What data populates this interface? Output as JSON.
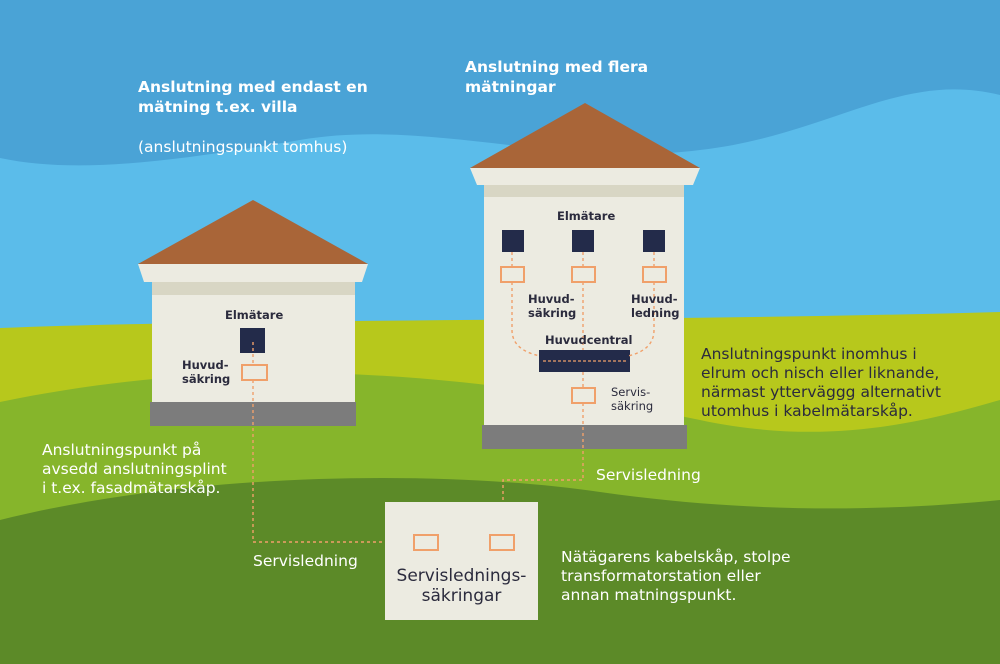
{
  "headings": {
    "villa_title": "Anslutning med endast en\nmätning t.ex. villa",
    "villa_sub": "(anslutningspunkt tomhus)",
    "multi_title": "Anslutning med flera\nmätningar"
  },
  "villa": {
    "meter_label": "Elmätare",
    "fuse_label": "Huvud-\nsäkring"
  },
  "multi": {
    "meter_label": "Elmätare",
    "fuse_left_label": "Huvud-\nsäkring",
    "fuse_right_label": "Huvud-\nledning",
    "central_label": "Huvudcentral",
    "service_fuse_label": "Servis-\nsäkring"
  },
  "notes": {
    "villa_point": "Anslutningspunkt på\navsedd anslutningsplint\ni t.ex. fasadmätarskåp.",
    "multi_point": "Anslutningspunkt inomhus i\nelrum och nisch eller liknande,\nnärmast ytterväggg alternativt\nutomhus i kabelmätarskåp.",
    "network": "Nätägarens kabelskåp, stolpe\ntransformatorstation eller\nannan matningspunkt."
  },
  "lines": {
    "servisledning_left": "Servisledning",
    "servisledning_right": "Servisledning"
  },
  "box": {
    "label": "Servislednings-\nsäkringar"
  },
  "colors": {
    "sky_dark": "#4aa3d6",
    "sky_light": "#5bbcea",
    "grass_lime": "#b7c81c",
    "grass_mid": "#86b52b",
    "grass_dark": "#5c8a28",
    "roof": "#a96538",
    "wall": "#ecebe1",
    "meter": "#232b4a",
    "fuse": "#f0a06a",
    "foundation": "#7c7c7c"
  }
}
